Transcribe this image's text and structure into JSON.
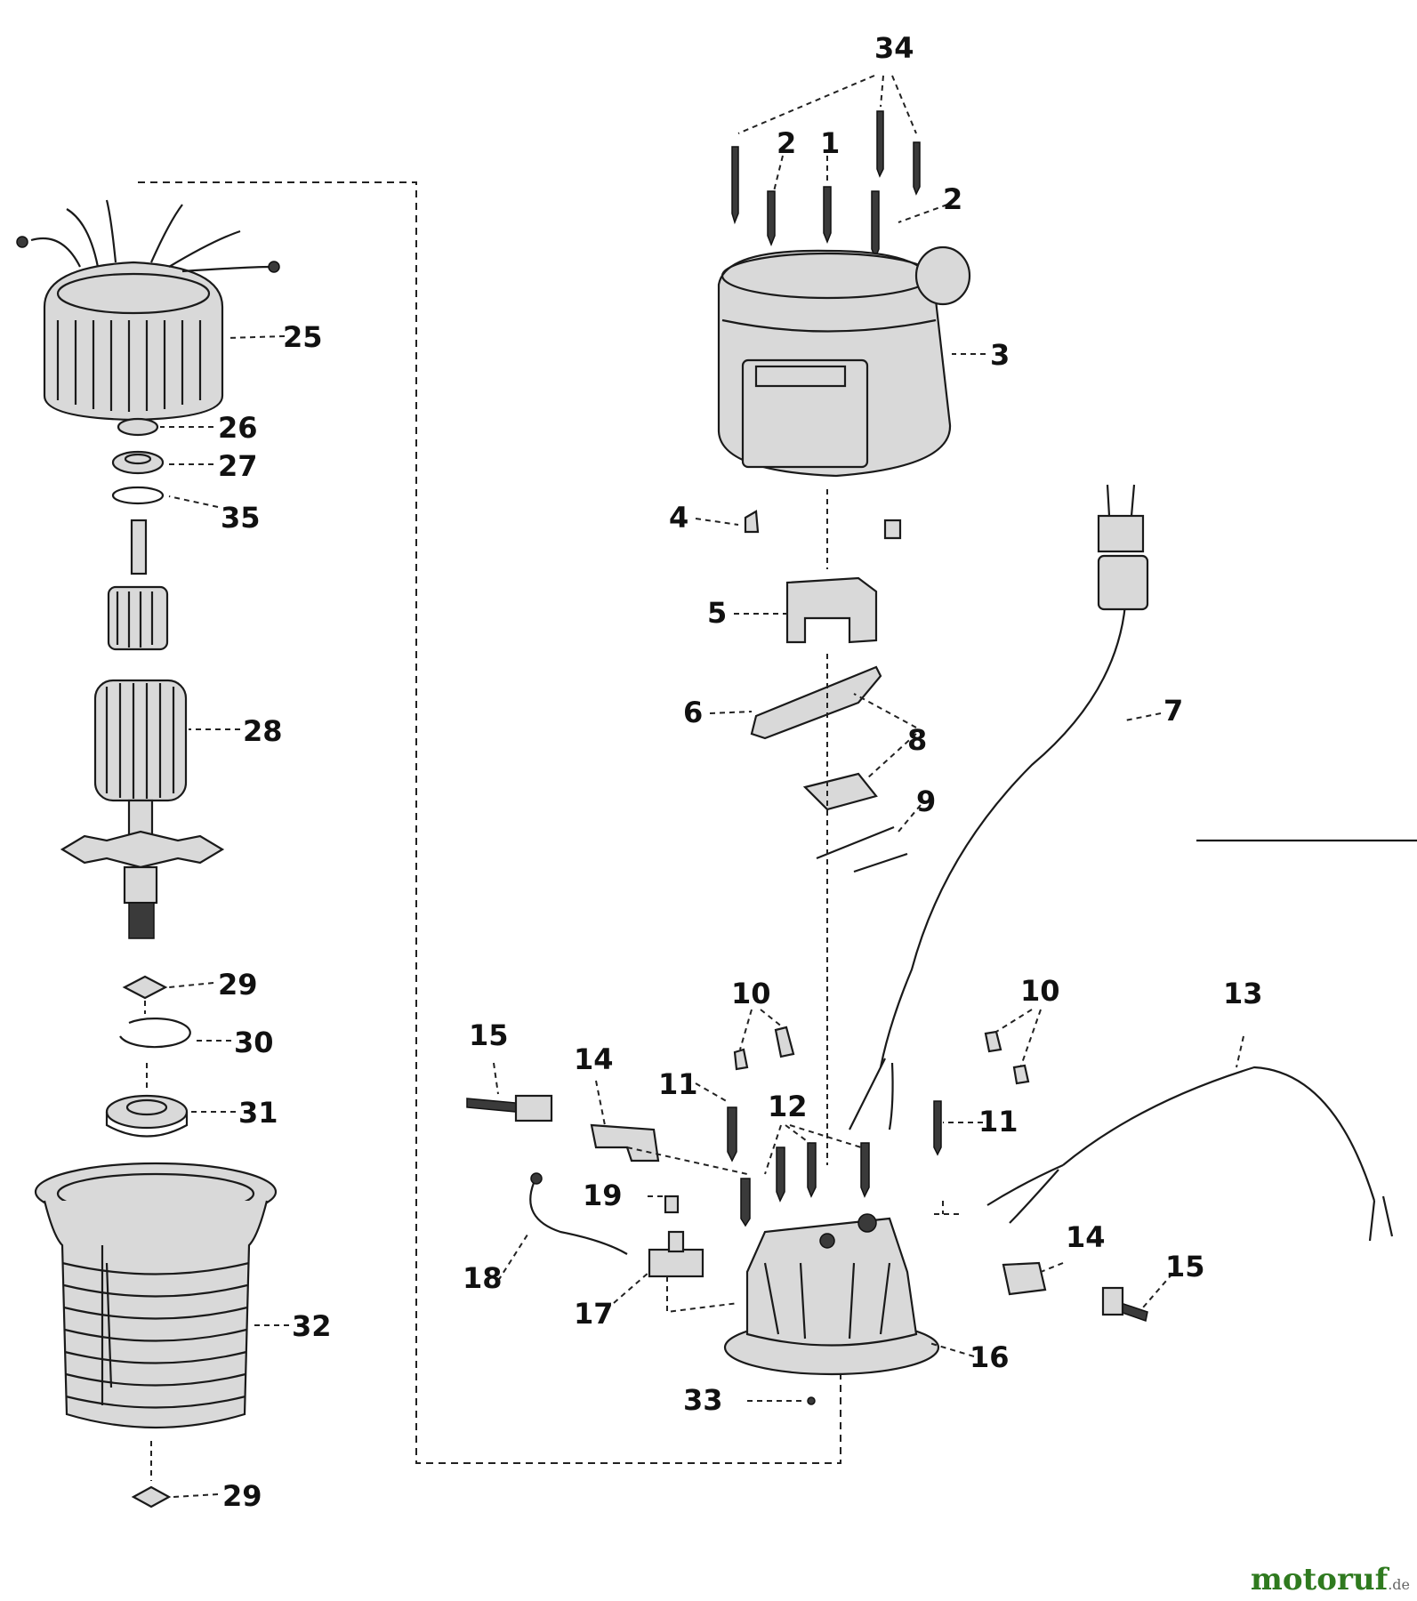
{
  "callouts": [
    {
      "id": "c34",
      "text": "34"
    },
    {
      "id": "c2a",
      "text": "2"
    },
    {
      "id": "c1",
      "text": "1"
    },
    {
      "id": "c2b",
      "text": "2"
    },
    {
      "id": "c3",
      "text": "3"
    },
    {
      "id": "c4",
      "text": "4"
    },
    {
      "id": "c5",
      "text": "5"
    },
    {
      "id": "c6",
      "text": "6"
    },
    {
      "id": "c7",
      "text": "7"
    },
    {
      "id": "c8",
      "text": "8"
    },
    {
      "id": "c9",
      "text": "9"
    },
    {
      "id": "c10a",
      "text": "10"
    },
    {
      "id": "c10b",
      "text": "10"
    },
    {
      "id": "c13",
      "text": "13"
    },
    {
      "id": "c15a",
      "text": "15"
    },
    {
      "id": "c14a",
      "text": "14"
    },
    {
      "id": "c11a",
      "text": "11"
    },
    {
      "id": "c12",
      "text": "12"
    },
    {
      "id": "c11b",
      "text": "11"
    },
    {
      "id": "c19",
      "text": "19"
    },
    {
      "id": "c18",
      "text": "18"
    },
    {
      "id": "c17",
      "text": "17"
    },
    {
      "id": "c14b",
      "text": "14"
    },
    {
      "id": "c15b",
      "text": "15"
    },
    {
      "id": "c16",
      "text": "16"
    },
    {
      "id": "c33",
      "text": "33"
    },
    {
      "id": "c25",
      "text": "25"
    },
    {
      "id": "c26",
      "text": "26"
    },
    {
      "id": "c27",
      "text": "27"
    },
    {
      "id": "c35",
      "text": "35"
    },
    {
      "id": "c28",
      "text": "28"
    },
    {
      "id": "c29a",
      "text": "29"
    },
    {
      "id": "c30",
      "text": "30"
    },
    {
      "id": "c31",
      "text": "31"
    },
    {
      "id": "c32",
      "text": "32"
    },
    {
      "id": "c29b",
      "text": "29"
    }
  ],
  "watermark": {
    "brand": "motoruf",
    "suffix": ".de",
    "color": "#2f7a1f"
  }
}
